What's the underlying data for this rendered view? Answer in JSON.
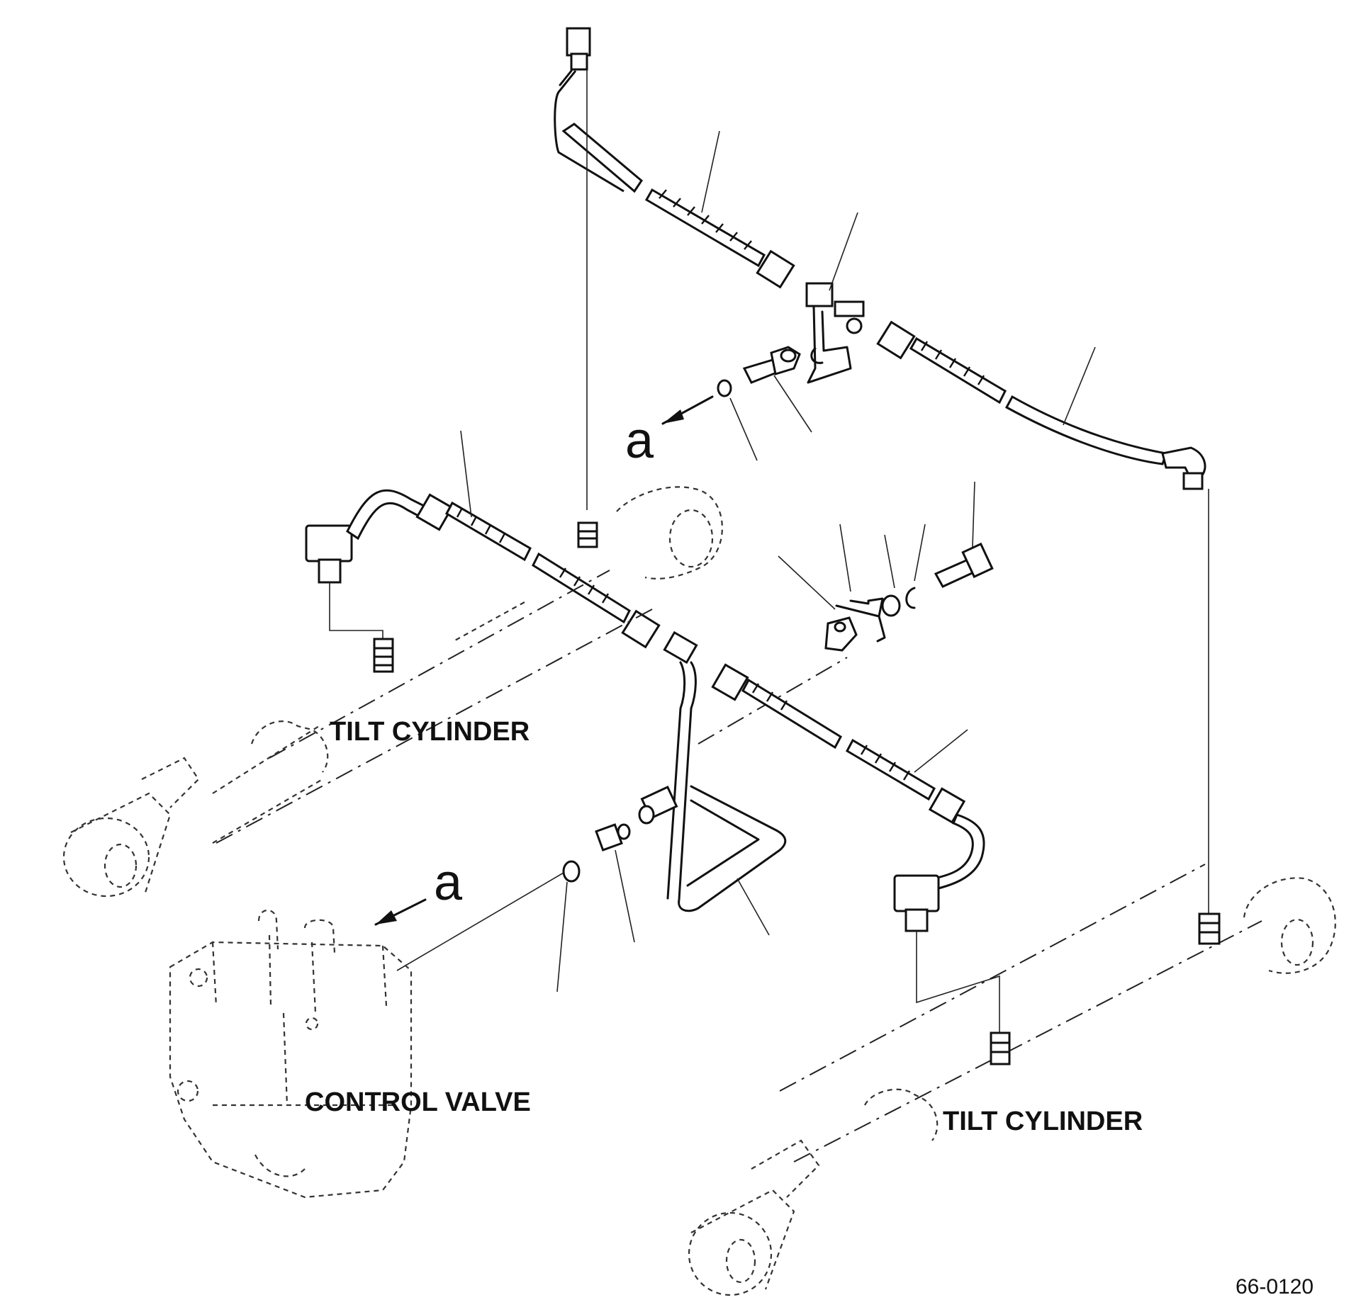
{
  "labels": {
    "tilt_cylinder_left": "TILT CYLINDER",
    "tilt_cylinder_right": "TILT CYLINDER",
    "control_valve": "CONTROL VALVE"
  },
  "callouts": {
    "a_upper": "a",
    "a_lower": "a"
  },
  "figure_number": "66-0120"
}
